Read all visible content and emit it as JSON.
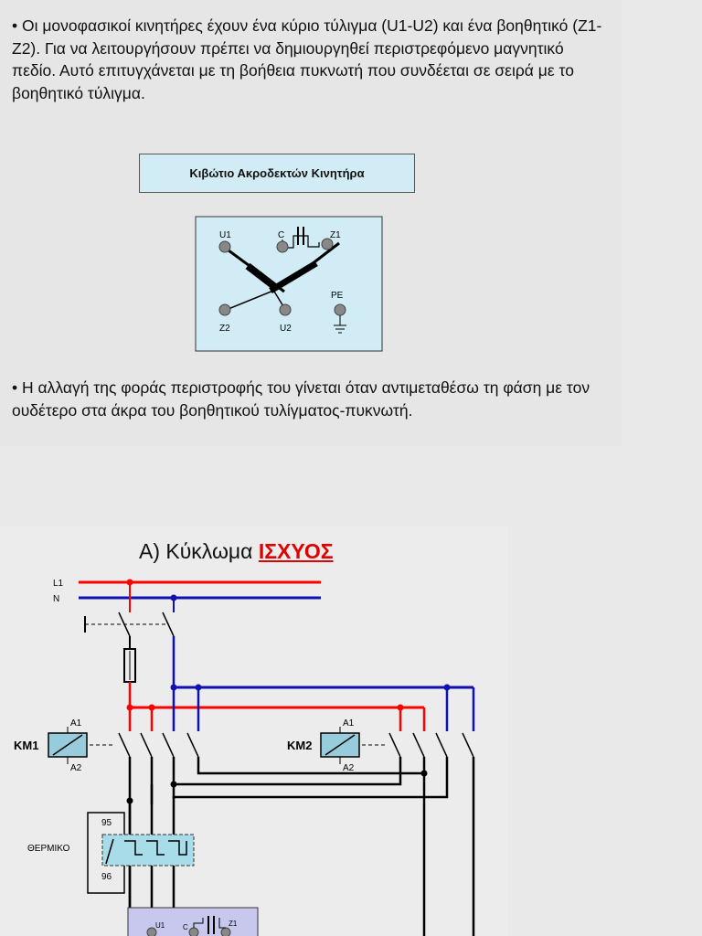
{
  "slide1": {
    "para1": "• Οι μονοφασικοί κινητήρες έχουν ένα κύριο τύλιγμα (U1-U2) και ένα βοηθητικό (Z1-Z2). Για να λειτουργήσουν πρέπει να δημιουργηθεί περιστρεφόμενο μαγνητικό πεδίο. Αυτό επιτυγχάνεται με τη βοήθεια πυκνωτή που συνδέεται σε σειρά με το βοηθητικό τύλιγμα.",
    "box_title": "Κιβώτιο Ακροδεκτών Κινητήρα",
    "terminals": {
      "u1": "U1",
      "c": "C",
      "z1": "Z1",
      "pe": "PE",
      "z2": "Z2",
      "u2": "U2"
    },
    "para2": "• Η αλλαγή της φοράς περιστροφής του γίνεται όταν αντιμεταθέσω τη φάση με τον ουδέτερο στα άκρα του βοηθητικού τυλίγματος-πυκνωτή."
  },
  "slide2": {
    "heading_prefix": "Α) Κύκλωμα ",
    "heading_highlight": "ΙΣΧΥΟΣ",
    "labels": {
      "l1": "L1",
      "n": "N",
      "km1": "KM1",
      "km2": "KM2",
      "a1": "A1",
      "a2": "A2",
      "thermal": "ΘΕΡΜΙΚΟ",
      "t95": "95",
      "t96": "96",
      "u1": "U1",
      "c": "C",
      "z1": "Z1"
    }
  },
  "colors": {
    "phase": "#ff0000",
    "neutral": "#1010b0",
    "box": "#d2ecf5",
    "coil": "#96ccdc",
    "thermal": "#a8dce8"
  }
}
